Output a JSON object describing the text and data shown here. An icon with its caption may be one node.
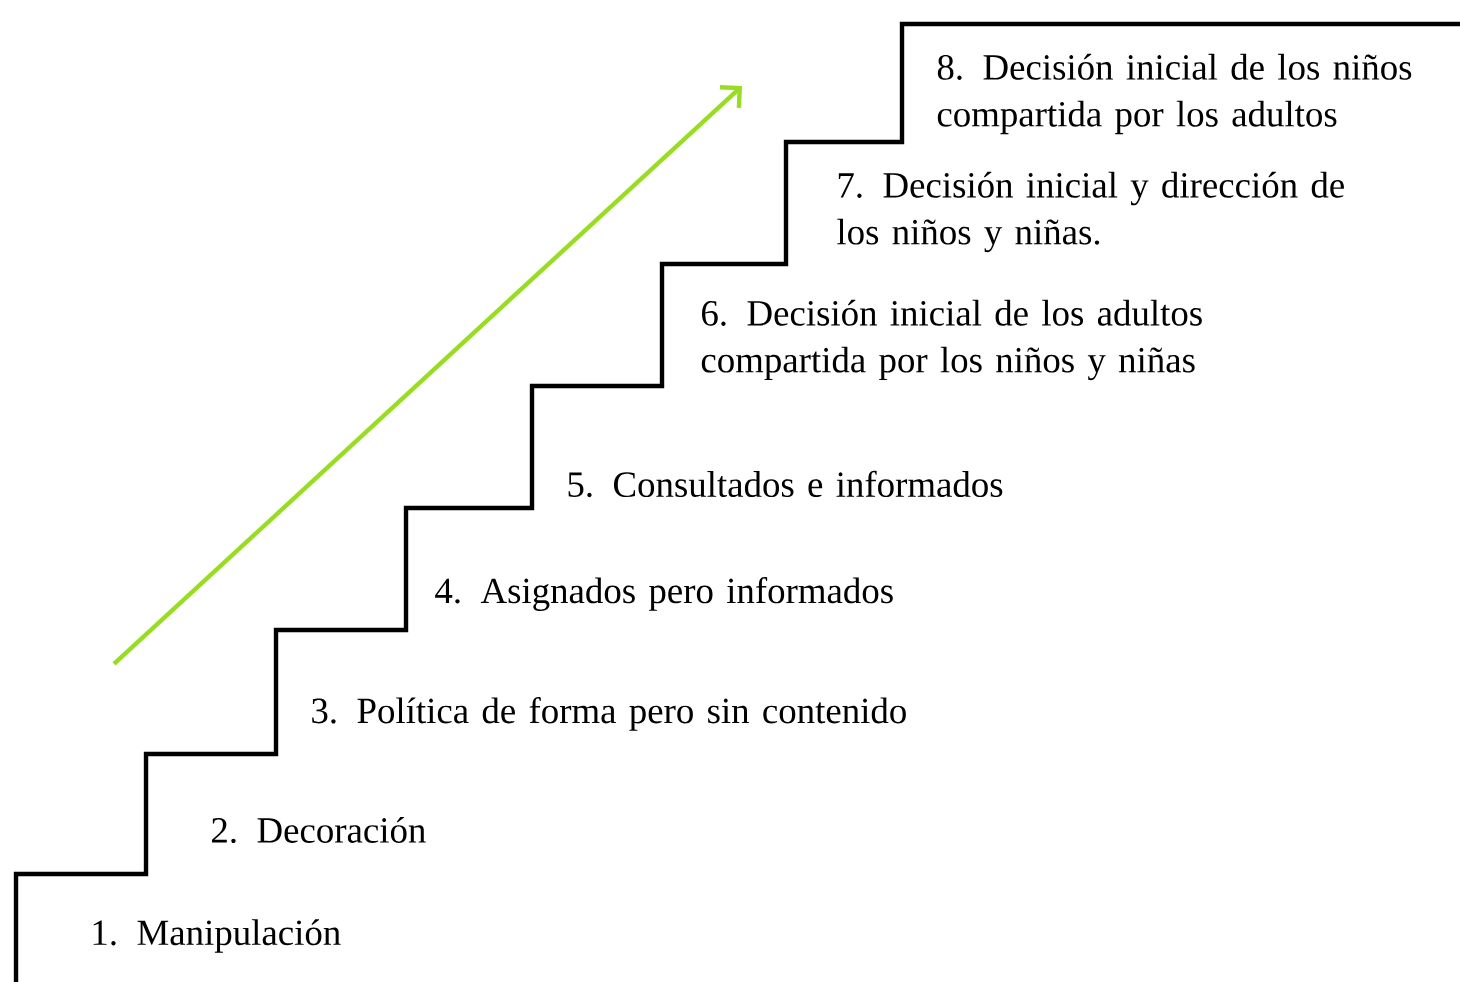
{
  "diagram": {
    "labels": [
      "8. Decisión inicial de los niños compartida por los adultos",
      "7. Decisión inicial y dirección de los niños y niñas.",
      "6. Decisión inicial de los adultos compartida por los niños y niñas",
      "5. Consultados e informados",
      "4. Asignados pero informados",
      "3. Política de forma pero sin contenido",
      "2. Decoración",
      "1. Manipulación"
    ]
  }
}
